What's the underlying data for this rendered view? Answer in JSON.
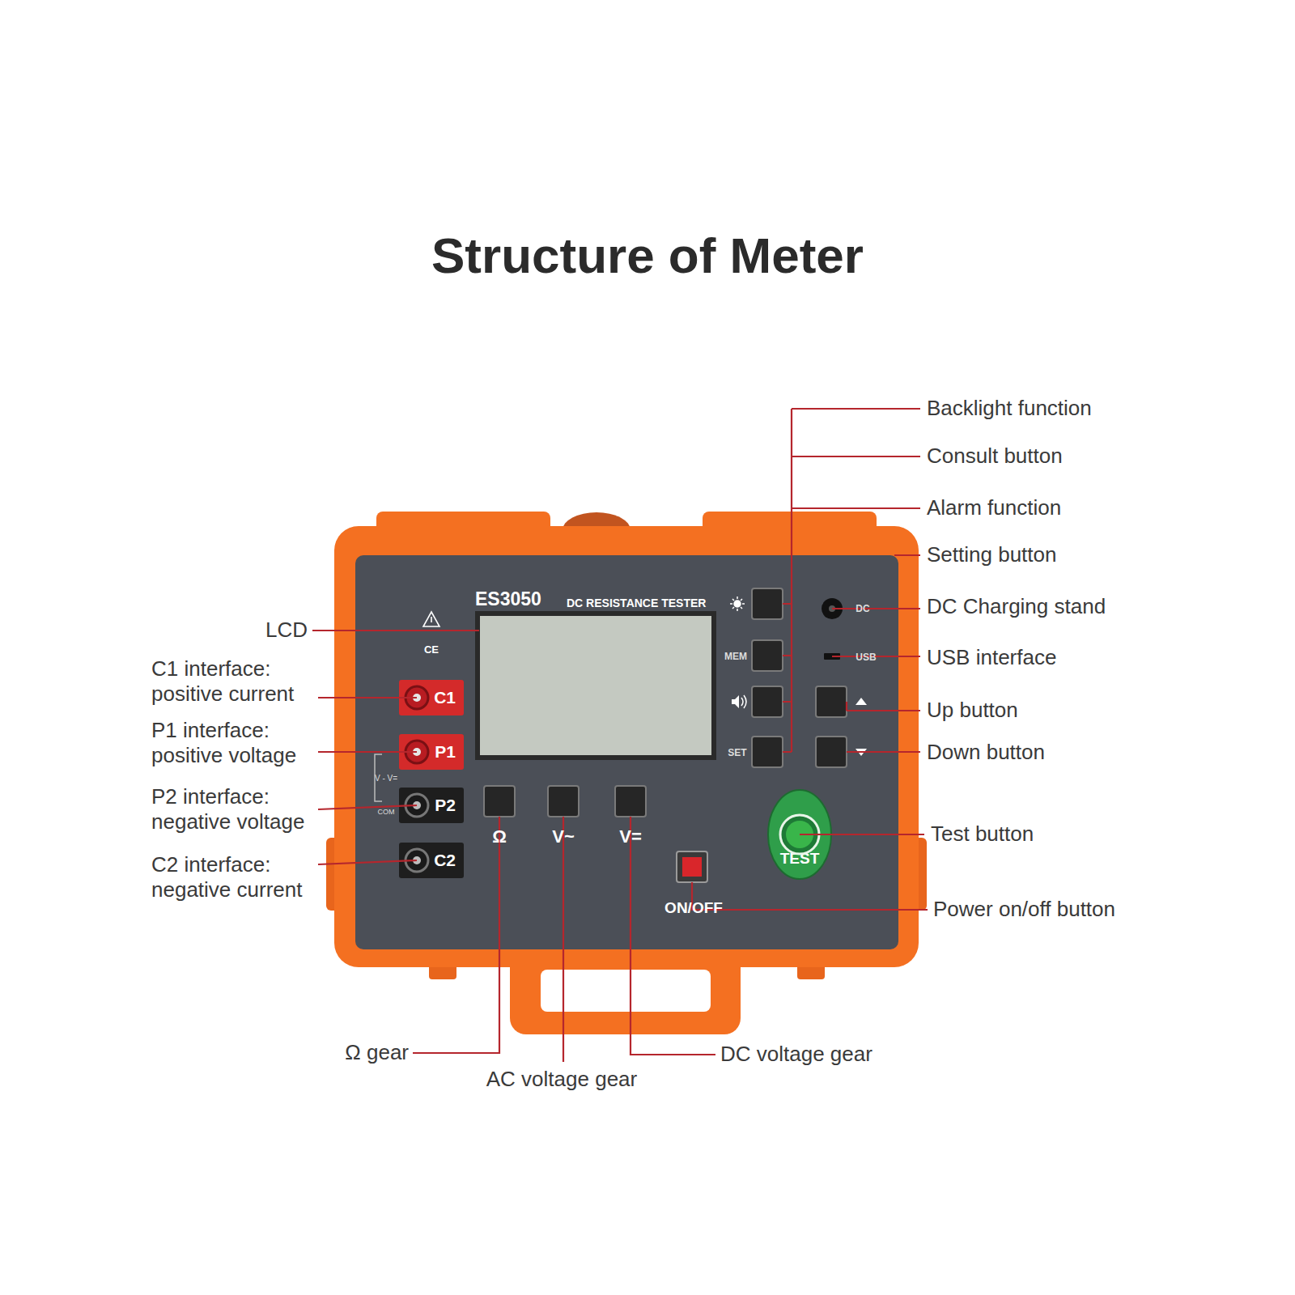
{
  "diagram": {
    "title": "Structure of Meter",
    "nodes": [
      {
        "text": [
          "C1"
        ]
      },
      {
        "text": [
          "P1"
        ]
      },
      {
        "text": [
          "P2"
        ]
      },
      {
        "text": [
          "C2"
        ]
      },
      {
        "text": [
          "TEST"
        ]
      }
    ],
    "labels": [
      "LCD",
      "C1 interface: positive current",
      "P1 interface: positive voltage",
      "P2 interface: negative voltage",
      "C2 interface: negative current",
      "Backlight function",
      "Consult button",
      "Alarm function",
      "Setting button",
      "DC Charging stand",
      "USB interface",
      "Up button",
      "Down button",
      "Test button",
      "Power on/off button",
      "Ω gear",
      "AC voltage gear",
      "DC voltage gear",
      "ES3050",
      "DC RESISTANCE TESTER",
      "CE",
      "MEM",
      "SET",
      "DC",
      "USB",
      "V - V=",
      "COM",
      "Ω",
      "V~",
      "V=",
      "ON/OFF"
    ]
  }
}
